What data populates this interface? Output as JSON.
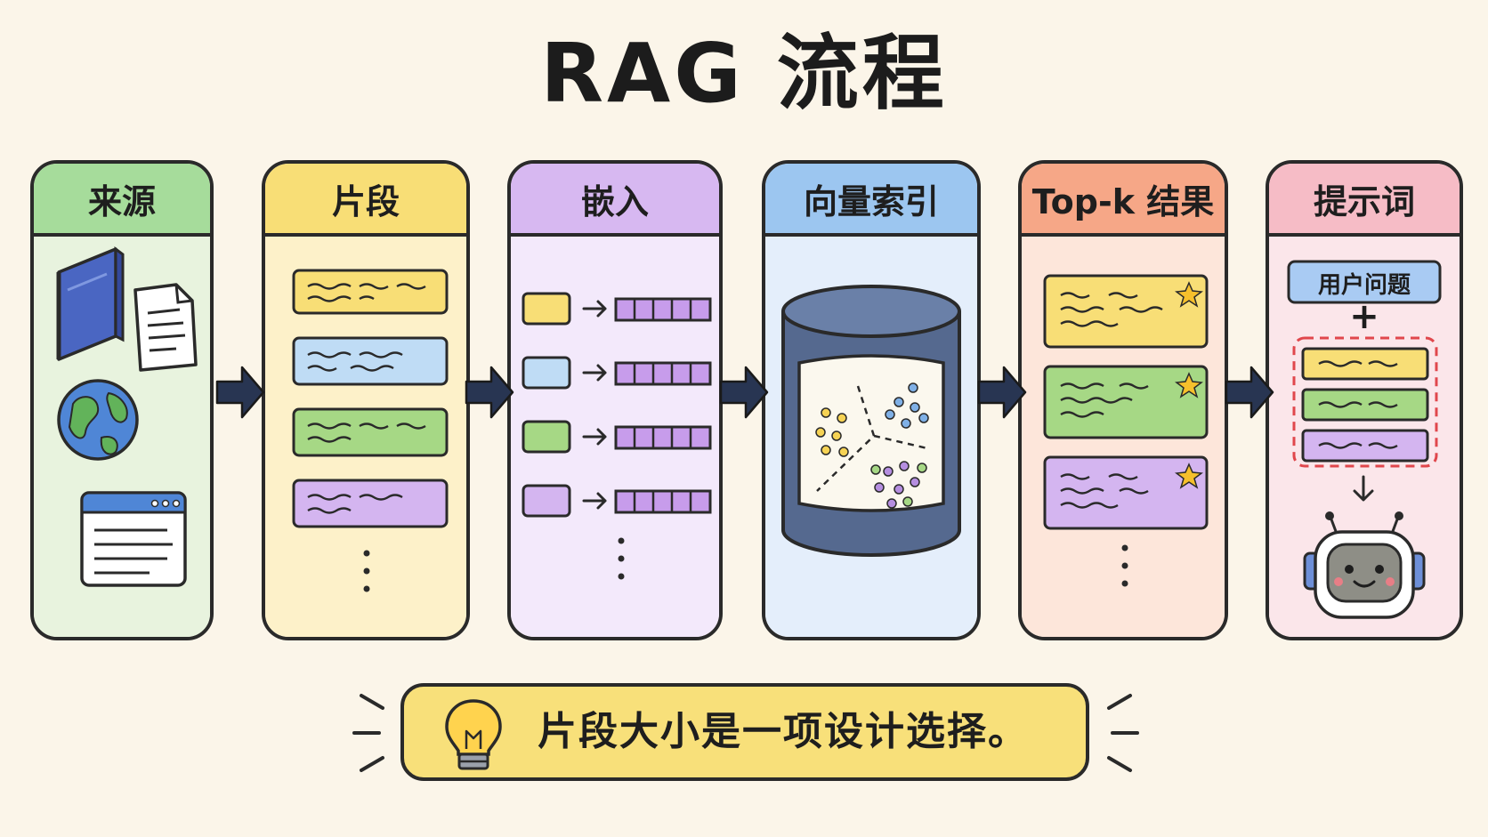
{
  "title": "RAG 流程",
  "panels": [
    {
      "id": "source",
      "label": "来源",
      "header_color": "#a6dc9b",
      "body_color": "#e8f3de"
    },
    {
      "id": "chunks",
      "label": "片段",
      "header_color": "#f8de76",
      "body_color": "#fdf1c9"
    },
    {
      "id": "embed",
      "label": "嵌入",
      "header_color": "#d7b8f1",
      "body_color": "#f3e9fb"
    },
    {
      "id": "index",
      "label": "向量索引",
      "header_color": "#9cc6f0",
      "body_color": "#e4eefb"
    },
    {
      "id": "topk",
      "label": "Top-k 结果",
      "header_color": "#f6a787",
      "body_color": "#fde6da"
    },
    {
      "id": "prompt",
      "label": "提示词",
      "header_color": "#f6bcc6",
      "body_color": "#fbe6ea"
    }
  ],
  "prompt_panel": {
    "user_question": "用户问题",
    "plus": "+"
  },
  "callout": {
    "text": "片段大小是一项设计选择。",
    "bg_color": "#f8e07a"
  },
  "chunk_colors": [
    "#f8de76",
    "#bfdcf5",
    "#a6d885",
    "#d4b5f0"
  ],
  "arrow_color": "#283552"
}
